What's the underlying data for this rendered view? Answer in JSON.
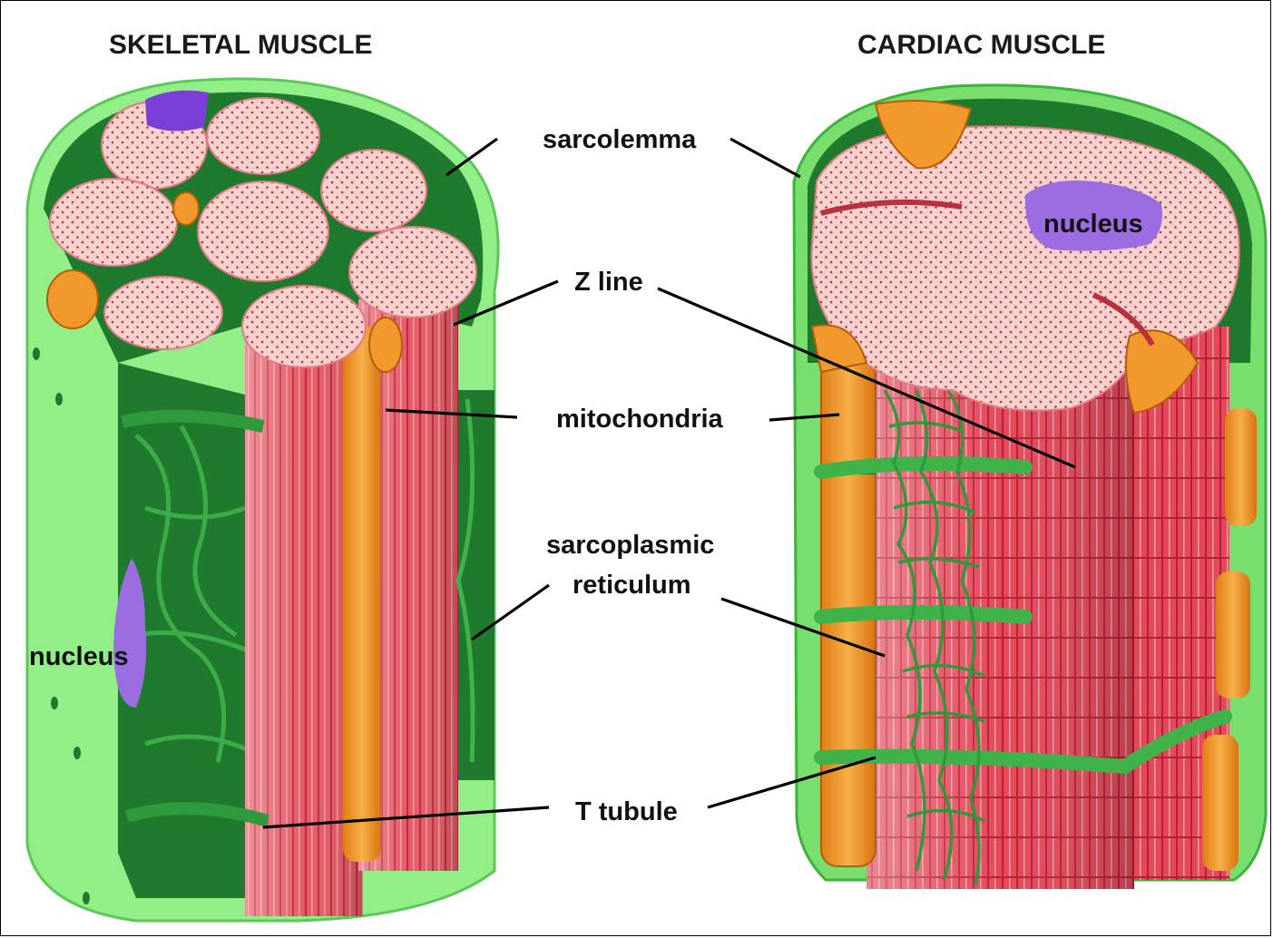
{
  "titles": {
    "left": "SKELETAL MUSCLE",
    "right": "CARDIAC MUSCLE"
  },
  "labels": {
    "sarcolemma": "sarcolemma",
    "z_line": "Z line",
    "mitochondria": "mitochondria",
    "sarcoplasmic_line1": "sarcoplasmic",
    "sarcoplasmic_line2": "reticulum",
    "t_tubule": "T tubule",
    "nucleus_left": "nucleus",
    "nucleus_right": "nucleus"
  },
  "colors": {
    "sarcolemma_light": "#90ec84",
    "sarcolemma_dark": "#1f7a2e",
    "sr_green": "#33a83f",
    "myofibril_face": "#f8d2cf",
    "myofibril_side": "#e2525f",
    "myofibril_dark": "#c82a3a",
    "mitochondria": "#f2992e",
    "nucleus": "#9b6de0"
  }
}
